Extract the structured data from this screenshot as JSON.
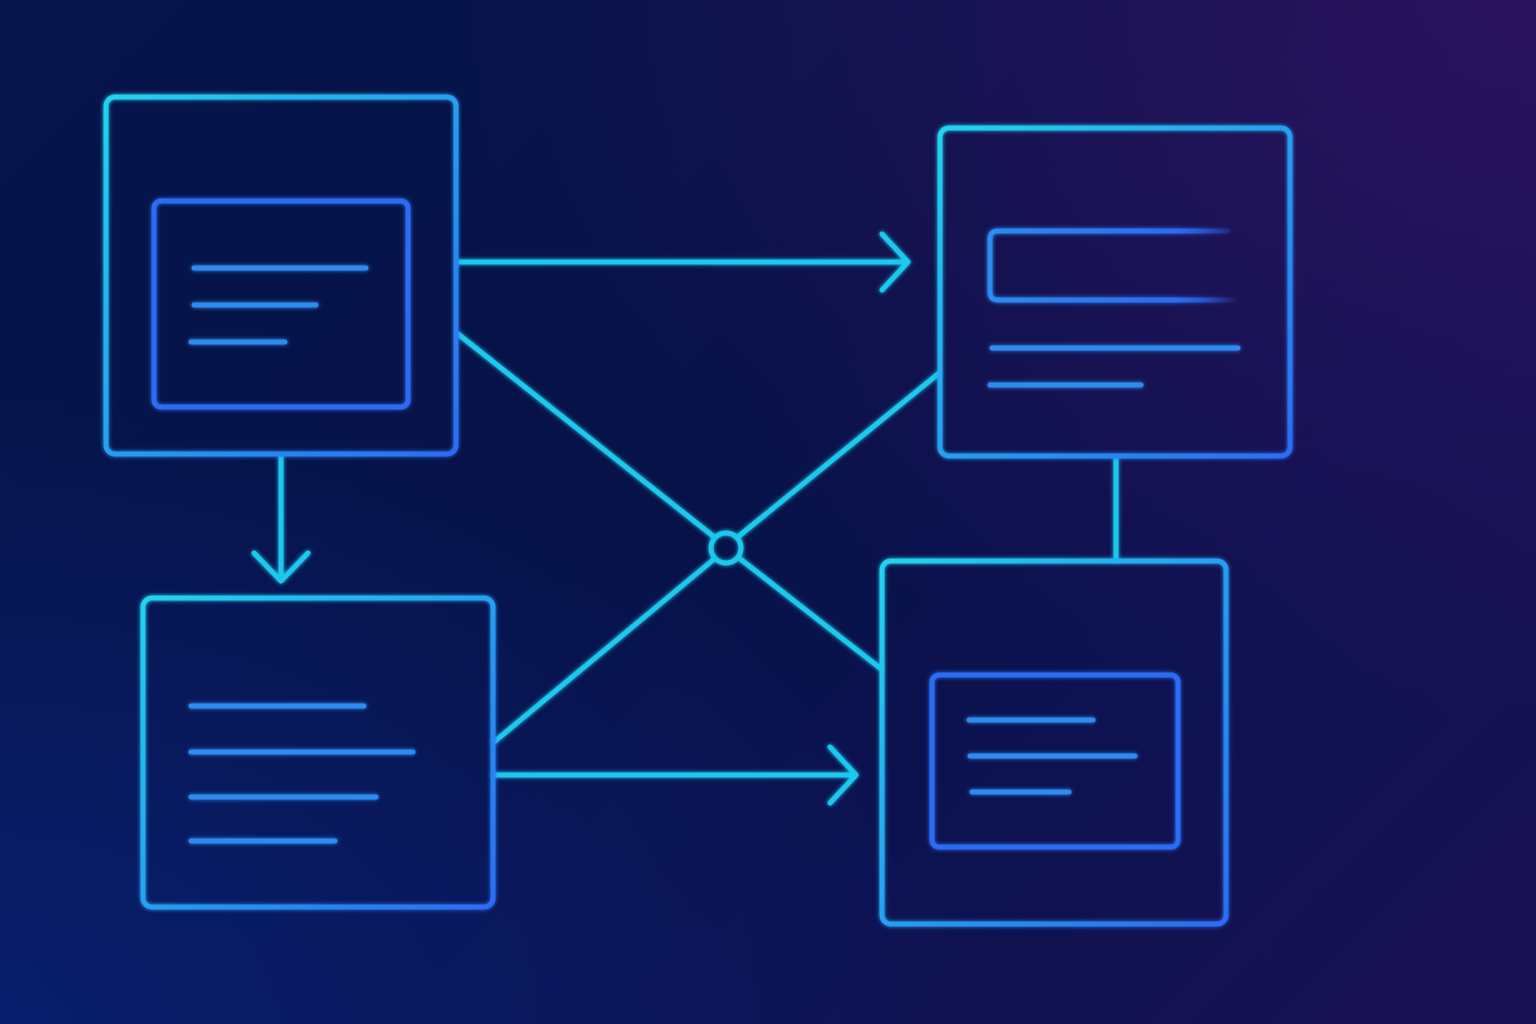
{
  "colors": {
    "connector": "#1ec8ec",
    "window_stroke_start": "#22d3ee",
    "window_stroke_end": "#2a6cf2",
    "text_line": "#2f8cf0",
    "text_line_dim": "#2a5fe6"
  },
  "nodes": [
    {
      "id": "window-top-left",
      "has_title_bar": true,
      "inner_panel": "text-block",
      "text_lines": 3
    },
    {
      "id": "window-top-right",
      "has_title_bar": true,
      "inner_panel": "input-field",
      "text_lines": 2
    },
    {
      "id": "window-bottom-left",
      "has_title_bar": true,
      "inner_panel": "none",
      "text_lines": 4
    },
    {
      "id": "window-bottom-right",
      "has_title_bar": true,
      "inner_panel": "text-block",
      "text_lines": 3
    }
  ],
  "edges": [
    {
      "from": "window-top-left",
      "to": "window-top-right",
      "style": "arrow"
    },
    {
      "from": "window-top-left",
      "to": "window-bottom-left",
      "style": "arrow"
    },
    {
      "from": "window-bottom-left",
      "to": "window-bottom-right",
      "style": "arrow"
    },
    {
      "from": "window-top-right",
      "to": "window-bottom-right",
      "style": "line"
    },
    {
      "from": "window-top-left",
      "to": "window-bottom-right",
      "style": "line",
      "via": "junction-node"
    },
    {
      "from": "window-bottom-left",
      "to": "window-top-right",
      "style": "line",
      "via": "junction-node"
    }
  ]
}
